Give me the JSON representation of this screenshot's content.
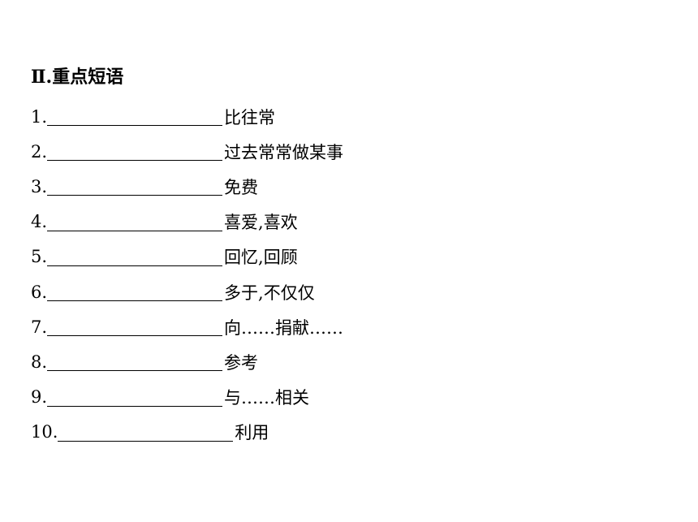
{
  "heading": "Ⅱ.重点短语",
  "items": [
    {
      "number": "1.",
      "meaning": "比往常"
    },
    {
      "number": "2.",
      "meaning": "过去常常做某事"
    },
    {
      "number": "3.",
      "meaning": "免费"
    },
    {
      "number": "4.",
      "meaning": "喜爱,喜欢"
    },
    {
      "number": "5.",
      "meaning": "回忆,回顾"
    },
    {
      "number": "6.",
      "meaning": "多于,不仅仅"
    },
    {
      "number": "7.",
      "meaning": "向……捐献……"
    },
    {
      "number": "8.",
      "meaning": "参考"
    },
    {
      "number": "9.",
      "meaning": "与……相关"
    },
    {
      "number": "10.",
      "meaning": "利用"
    }
  ]
}
